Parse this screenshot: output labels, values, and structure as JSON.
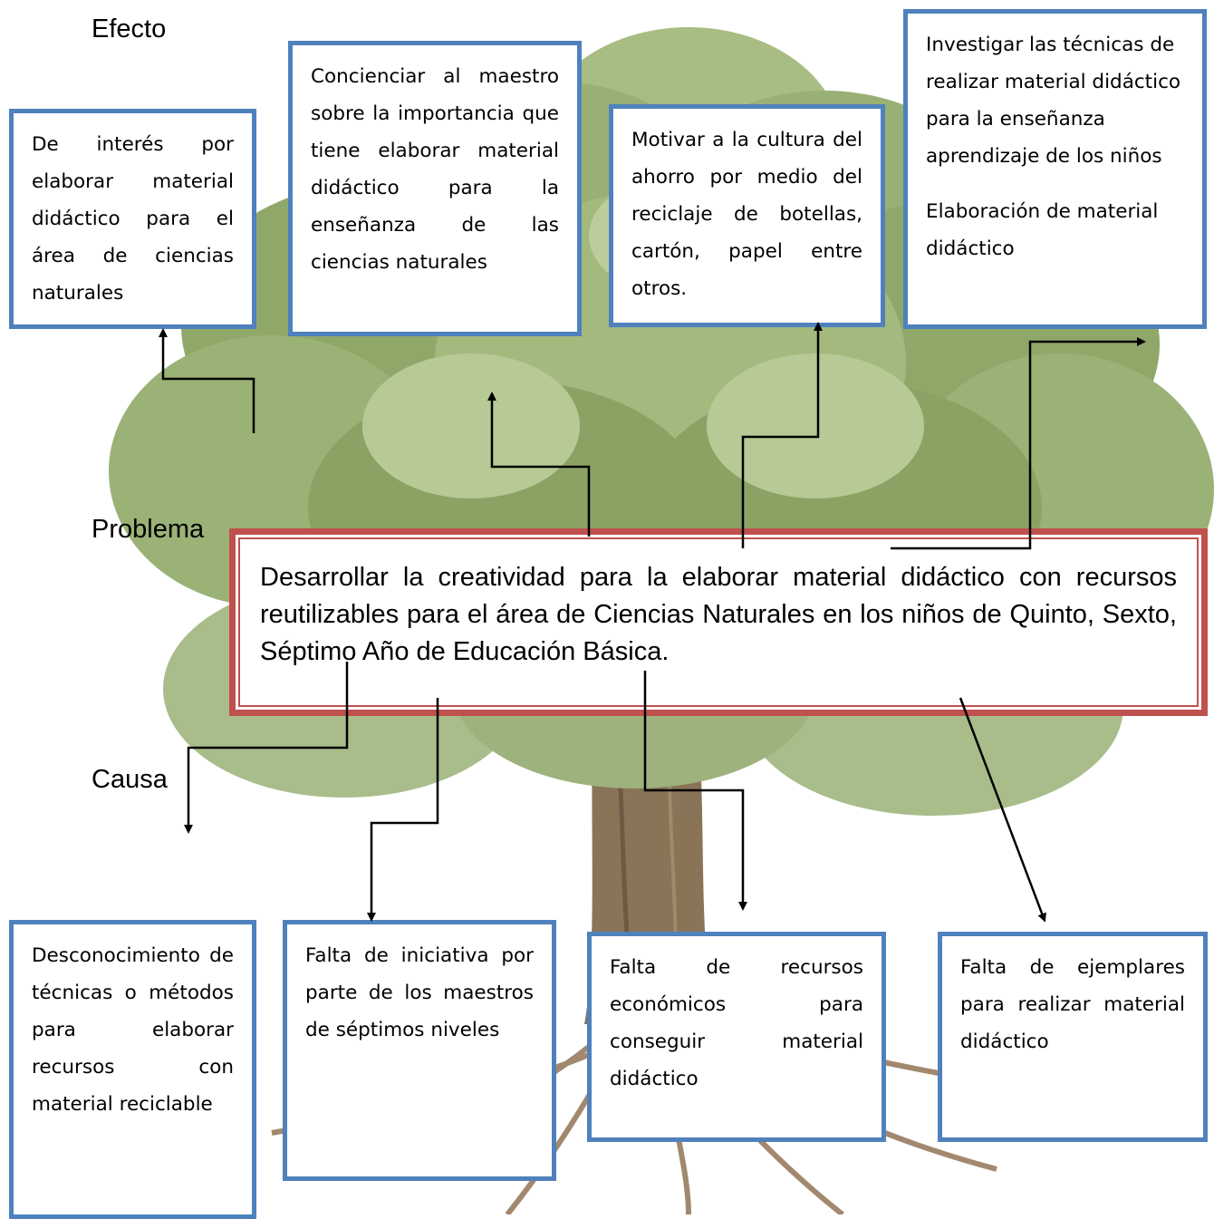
{
  "labels": {
    "effect": "Efecto",
    "problem": "Problema",
    "cause": "Causa"
  },
  "problem": "Desarrollar la creatividad para la elaborar material didáctico con recursos reutilizables para el área de Ciencias Naturales en los niños de  Quinto, Sexto, Séptimo Año de Educación Básica.",
  "effects": [
    {
      "text": "De interés por elaborar material didáctico para el área de ciencias naturales"
    },
    {
      "text": "Concienciar al maestro sobre la importancia que tiene elaborar material didáctico para la enseñanza de las ciencias naturales"
    },
    {
      "text": "Motivar  a la cultura del ahorro por medio del reciclaje de botellas, cartón, papel entre otros."
    },
    {
      "text": "Investigar  las técnicas de realizar material didáctico para la enseñanza aprendizaje de los niños",
      "text2": "Elaboración de material didáctico"
    }
  ],
  "causes": [
    {
      "text": "Desconocimiento de técnicas o métodos para elaborar recursos con material reciclable"
    },
    {
      "text": "Falta de iniciativa por parte de los maestros de séptimos niveles"
    },
    {
      "text": "Falta de recursos económicos para conseguir material didáctico"
    },
    {
      "text": "Falta de ejemplares para realizar material didáctico"
    }
  ],
  "colors": {
    "box_border": "#4f81bd",
    "problem_border": "#c0504d",
    "foliage": "#8fa86a",
    "trunk": "#8a7458"
  }
}
